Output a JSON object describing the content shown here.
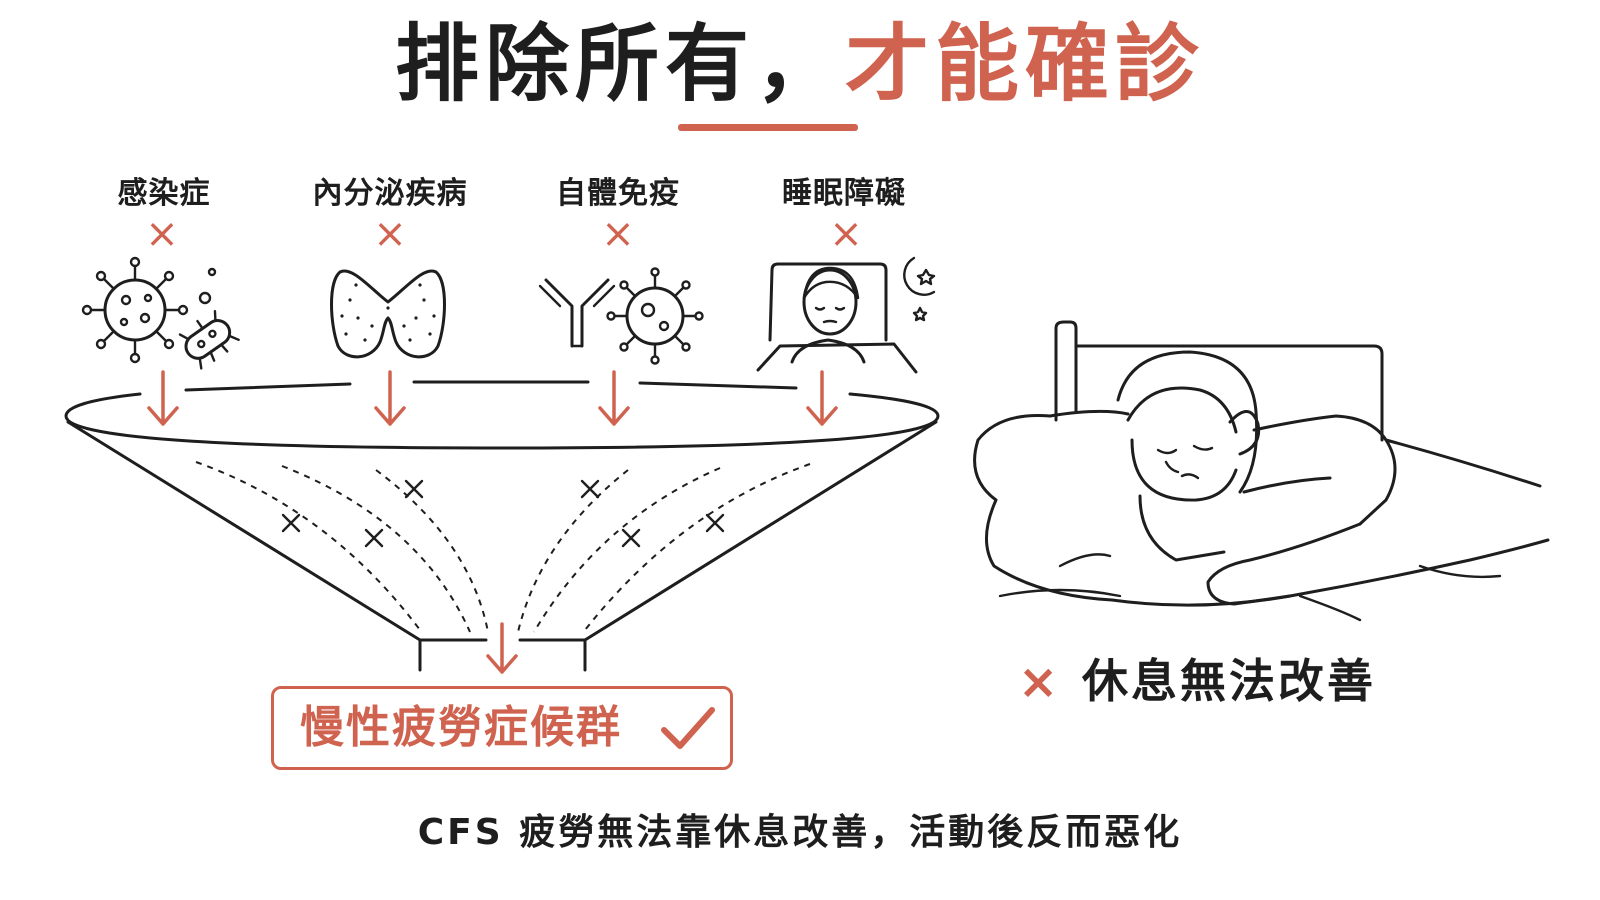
{
  "title": {
    "part1": "排除所有，",
    "part2": "才能確診"
  },
  "categories": [
    {
      "label": "感染症",
      "mark": "×"
    },
    {
      "label": "內分泌疾病",
      "mark": "×"
    },
    {
      "label": "自體免疫",
      "mark": "×"
    },
    {
      "label": "睡眠障礙",
      "mark": "×"
    }
  ],
  "result": {
    "label": "慢性疲勞症候群"
  },
  "rest": {
    "mark": "×",
    "label": "休息無法改善"
  },
  "footer": "CFS 疲勞無法靠休息改善，活動後反而惡化",
  "colors": {
    "accent": "#d0634f",
    "ink": "#1e1e1e",
    "background": "#ffffff"
  }
}
